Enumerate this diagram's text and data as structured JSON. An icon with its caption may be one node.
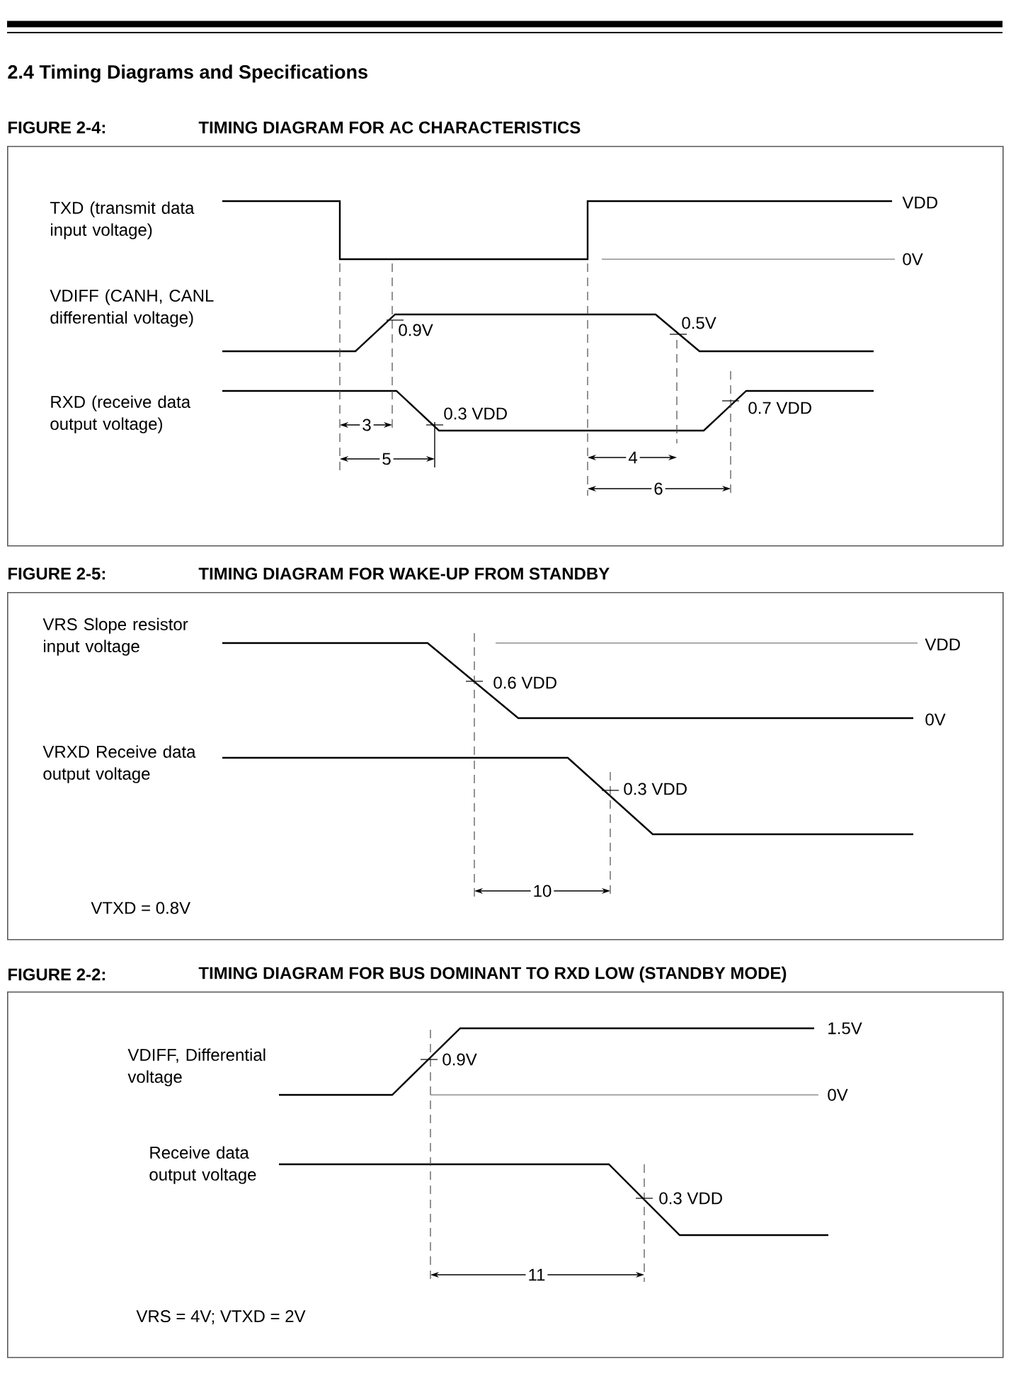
{
  "diagram": {
    "title": "2.4 Timing Diagrams and Specifications",
    "nodes": [
      {
        "text": [
          "FIGURE 2-4:",
          "TIMING DIAGRAM FOR AC CHARACTERISTICS"
        ]
      },
      {
        "text": [
          "FIGURE 2-5:",
          "TIMING DIAGRAM FOR WAKE-UP FROM STANDBY"
        ]
      },
      {
        "text": [
          "FIGURE 2-2:",
          "TIMING DIAGRAM FOR BUS DOMINANT TO RXD LOW (STANDBY MODE)"
        ]
      }
    ],
    "labels": [
      "TXD (transmit data input voltage)",
      "VDD",
      "0V",
      "VDIFF (CANH, CANL differential voltage)",
      "0.9V",
      "0.5V",
      "RXD (receive data output voltage)",
      "0.7 VDD",
      "3",
      "0.3 VDD",
      "5",
      "4",
      "6",
      "VRS Slope resistor input voltage",
      "VDD",
      "0.6 VDD",
      "0V",
      "VRXD Receive data output voltage",
      "0.3 VDD",
      "10",
      "VTXD = 0.8V",
      "1.5V",
      "VDIFF, Differential voltage",
      "0.9V",
      "0V",
      "Receive data output voltage",
      "0.3 VDD",
      "11",
      "VRS = 4V; VTXD = 2V"
    ]
  }
}
